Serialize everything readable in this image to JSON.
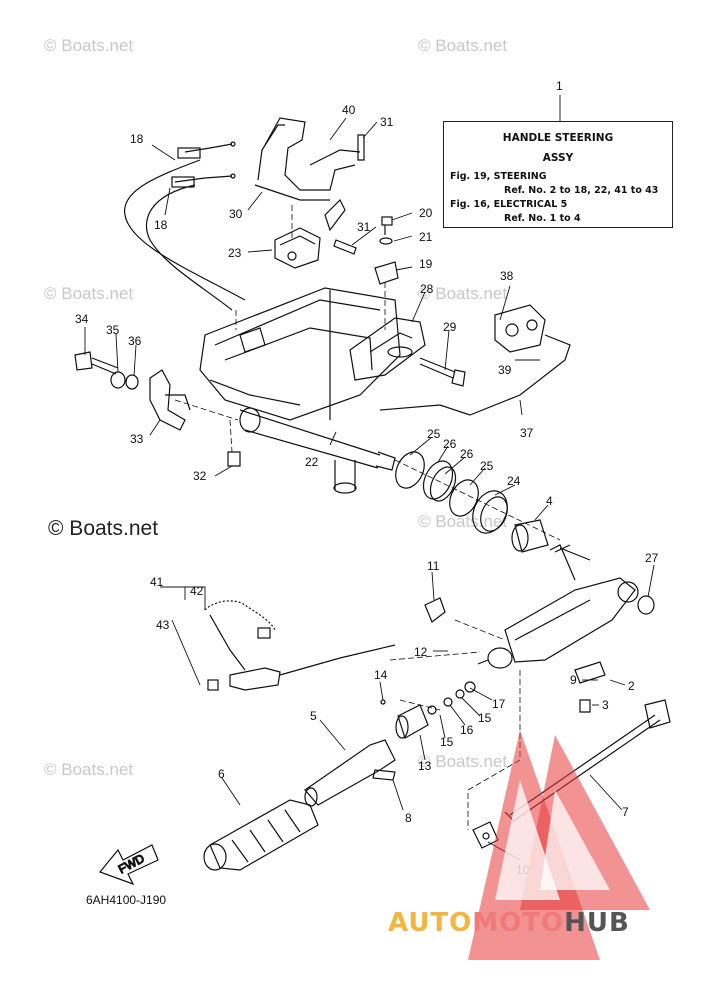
{
  "watermark": "© Boats.net",
  "info_box": {
    "title_line1": "HANDLE STEERING",
    "title_line2": "ASSY",
    "ref1_fig": "Fig. 19, STEERING",
    "ref1_parts": "Ref. No. 2 to 18, 22, 41 to 43",
    "ref2_fig": "Fig. 16, ELECTRICAL 5",
    "ref2_parts": "Ref. No. 1 to 4"
  },
  "diagram_code": "6AH4100-J190",
  "fwd_label": "FWD",
  "brand": {
    "part1": "AUTO",
    "part2": "MOTO",
    "part3": "HUB"
  },
  "brand_colors": {
    "auto": "#f4b53f",
    "moto": "#f07a7a",
    "hub": "#555555",
    "triangle": "#e8393a"
  },
  "part_numbers": [
    "1",
    "2",
    "3",
    "4",
    "5",
    "6",
    "7",
    "8",
    "9",
    "10",
    "11",
    "12",
    "13",
    "14",
    "15",
    "15",
    "16",
    "17",
    "18",
    "18",
    "19",
    "20",
    "21",
    "22",
    "23",
    "24",
    "25",
    "25",
    "26",
    "26",
    "27",
    "28",
    "29",
    "30",
    "31",
    "31",
    "32",
    "33",
    "34",
    "35",
    "36",
    "37",
    "38",
    "39",
    "40",
    "41",
    "42",
    "43"
  ]
}
